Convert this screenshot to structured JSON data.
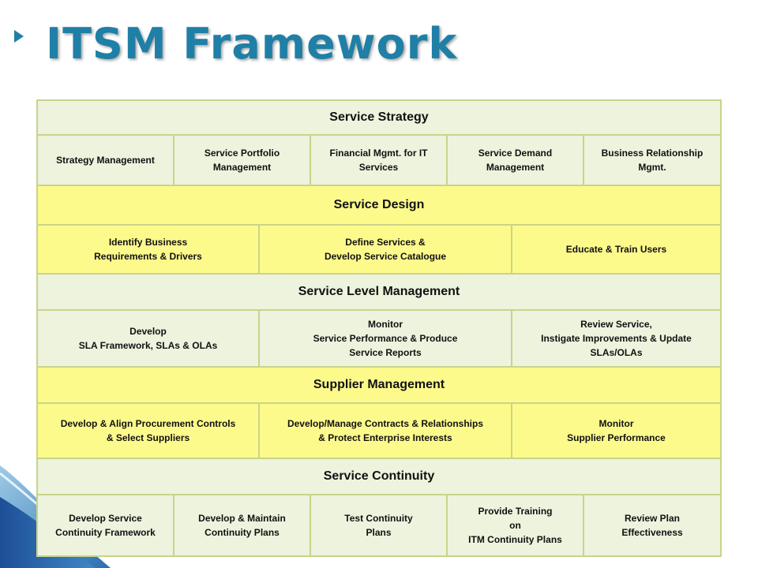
{
  "title": "ITSM Framework",
  "colors": {
    "green_band": "#edf3dd",
    "yellow_band": "#fdfa8c",
    "title": "#1f7fa6",
    "border": "#c8d48a"
  },
  "sections": [
    {
      "header": "Service Strategy",
      "cells": [
        {
          "lines": [
            "Strategy Management"
          ]
        },
        {
          "lines": [
            "Service Portfolio",
            "Management"
          ]
        },
        {
          "lines": [
            "Financial Mgmt. for IT",
            "Services"
          ]
        },
        {
          "lines": [
            "Service Demand",
            "Management"
          ]
        },
        {
          "lines": [
            "Business Relationship",
            "Mgmt."
          ]
        }
      ]
    },
    {
      "header": "Service Design",
      "cells": [
        {
          "lines": [
            "Identify Business",
            "Requirements & Drivers"
          ]
        },
        {
          "lines": [
            "Define Services &",
            "Develop Service Catalogue"
          ]
        },
        {
          "lines": [
            "Educate & Train Users"
          ]
        }
      ]
    },
    {
      "header": "Service Level Management",
      "cells": [
        {
          "lines": [
            "Develop",
            "SLA Framework, SLAs & OLAs"
          ]
        },
        {
          "lines": [
            "Monitor",
            "Service Performance & Produce",
            "Service Reports"
          ]
        },
        {
          "lines": [
            "Review Service,",
            "Instigate Improvements & Update",
            "SLAs/OLAs"
          ]
        }
      ]
    },
    {
      "header": "Supplier Management",
      "cells": [
        {
          "lines": [
            "Develop & Align Procurement Controls",
            "&  Select Suppliers"
          ]
        },
        {
          "lines": [
            "Develop/Manage Contracts & Relationships",
            "&  Protect Enterprise Interests"
          ]
        },
        {
          "lines": [
            "Monitor",
            "Supplier Performance"
          ]
        }
      ]
    },
    {
      "header": "Service Continuity",
      "cells": [
        {
          "lines": [
            "Develop Service",
            "Continuity Framework"
          ]
        },
        {
          "lines": [
            "Develop & Maintain",
            "Continuity Plans"
          ]
        },
        {
          "lines": [
            "Test Continuity",
            "Plans"
          ]
        },
        {
          "lines": [
            "Provide Training",
            "on",
            "ITM Continuity Plans"
          ]
        },
        {
          "lines": [
            "Review Plan",
            "Effectiveness"
          ]
        }
      ]
    }
  ]
}
